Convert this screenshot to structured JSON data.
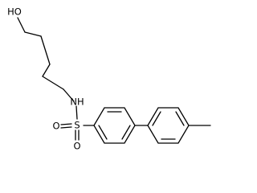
{
  "molecule": {
    "atoms": {
      "hydroxyl": "HO",
      "amine": "NH",
      "sulfur": "S",
      "oxygen_top": "O",
      "oxygen_bottom": "O"
    }
  }
}
